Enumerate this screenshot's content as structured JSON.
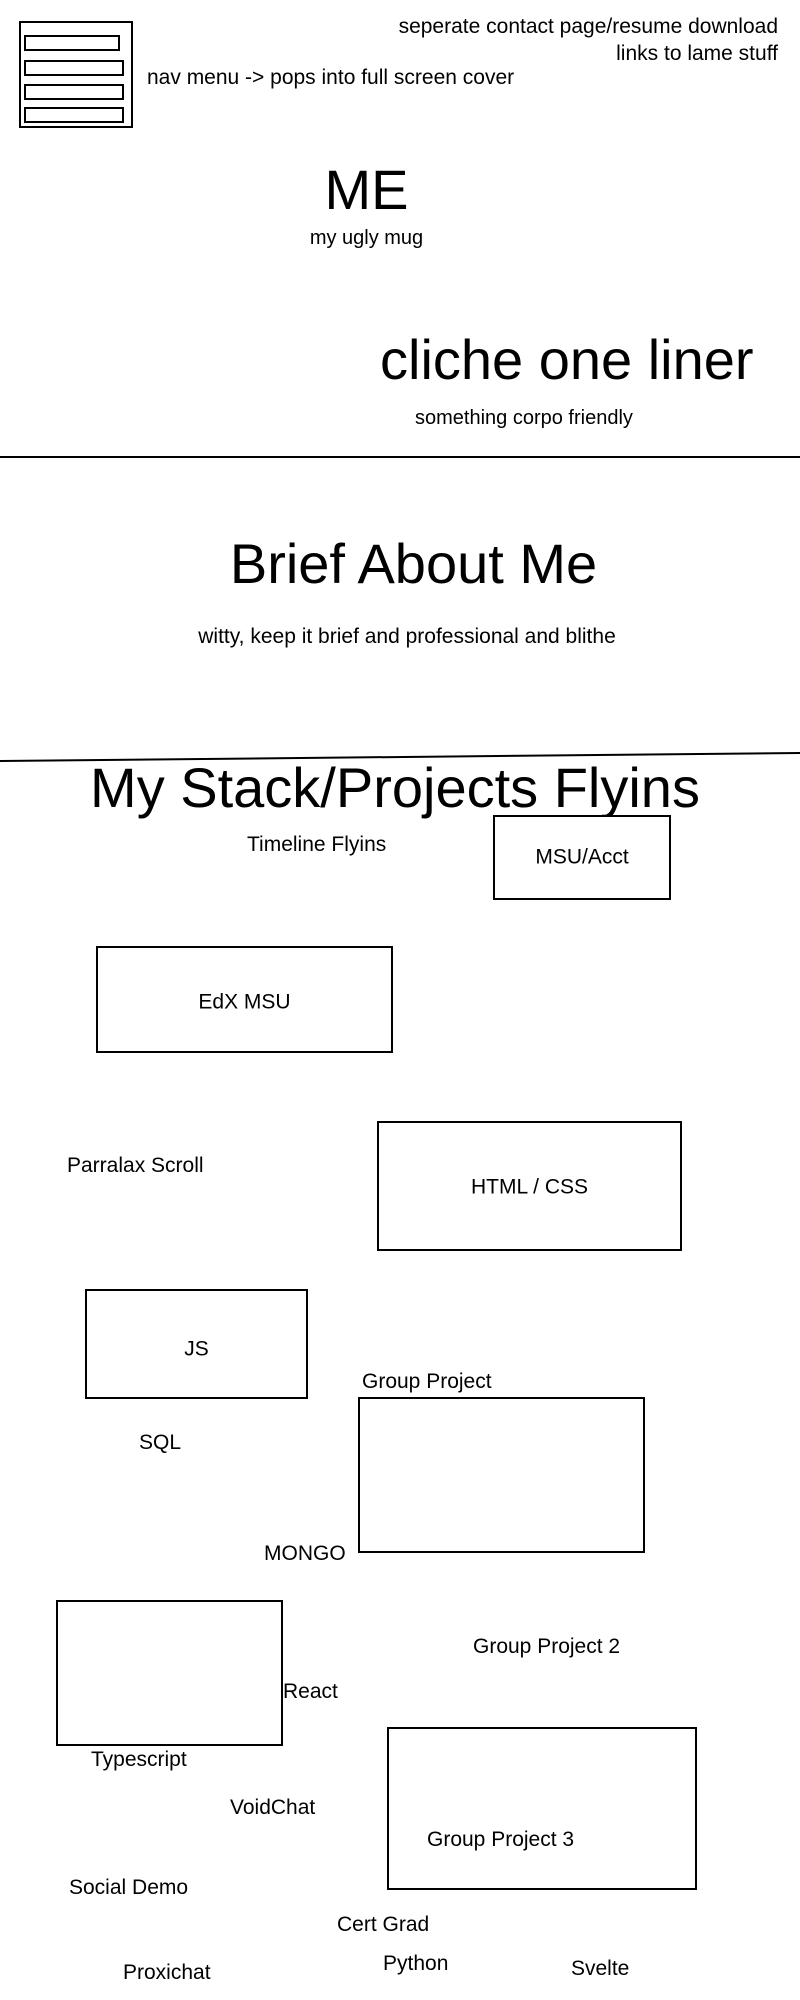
{
  "header": {
    "contact_note": "seperate contact page/resume download",
    "links_note": "links to lame stuff",
    "nav_note": "nav menu -> pops into full screen cover",
    "nav_icon": "hamburger-menu-icon"
  },
  "hero": {
    "name": "ME",
    "photo_note": "my ugly mug",
    "tagline": "cliche one liner",
    "tagline_sub": "something corpo friendly"
  },
  "about": {
    "title": "Brief About Me",
    "body": "witty, keep it brief and professional and blithe"
  },
  "stack": {
    "title": "My Stack/Projects Flyins",
    "timeline_label": "Timeline Flyins",
    "boxes": {
      "msu_acct": "MSU/Acct",
      "edx_msu": "EdX MSU",
      "html_css": "HTML / CSS",
      "js": "JS",
      "group_project_3": "Group Project 3"
    },
    "labels": {
      "parralax": "Parralax Scroll",
      "group_project": "Group Project",
      "sql": "SQL",
      "mongo": "MONGO",
      "group_project_2": "Group Project 2",
      "react": "React",
      "typescript": "Typescript",
      "voidchat": "VoidChat",
      "social_demo": "Social Demo",
      "cert_grad": "Cert Grad",
      "proxichat": "Proxichat",
      "python": "Python",
      "svelte": "Svelte"
    }
  }
}
